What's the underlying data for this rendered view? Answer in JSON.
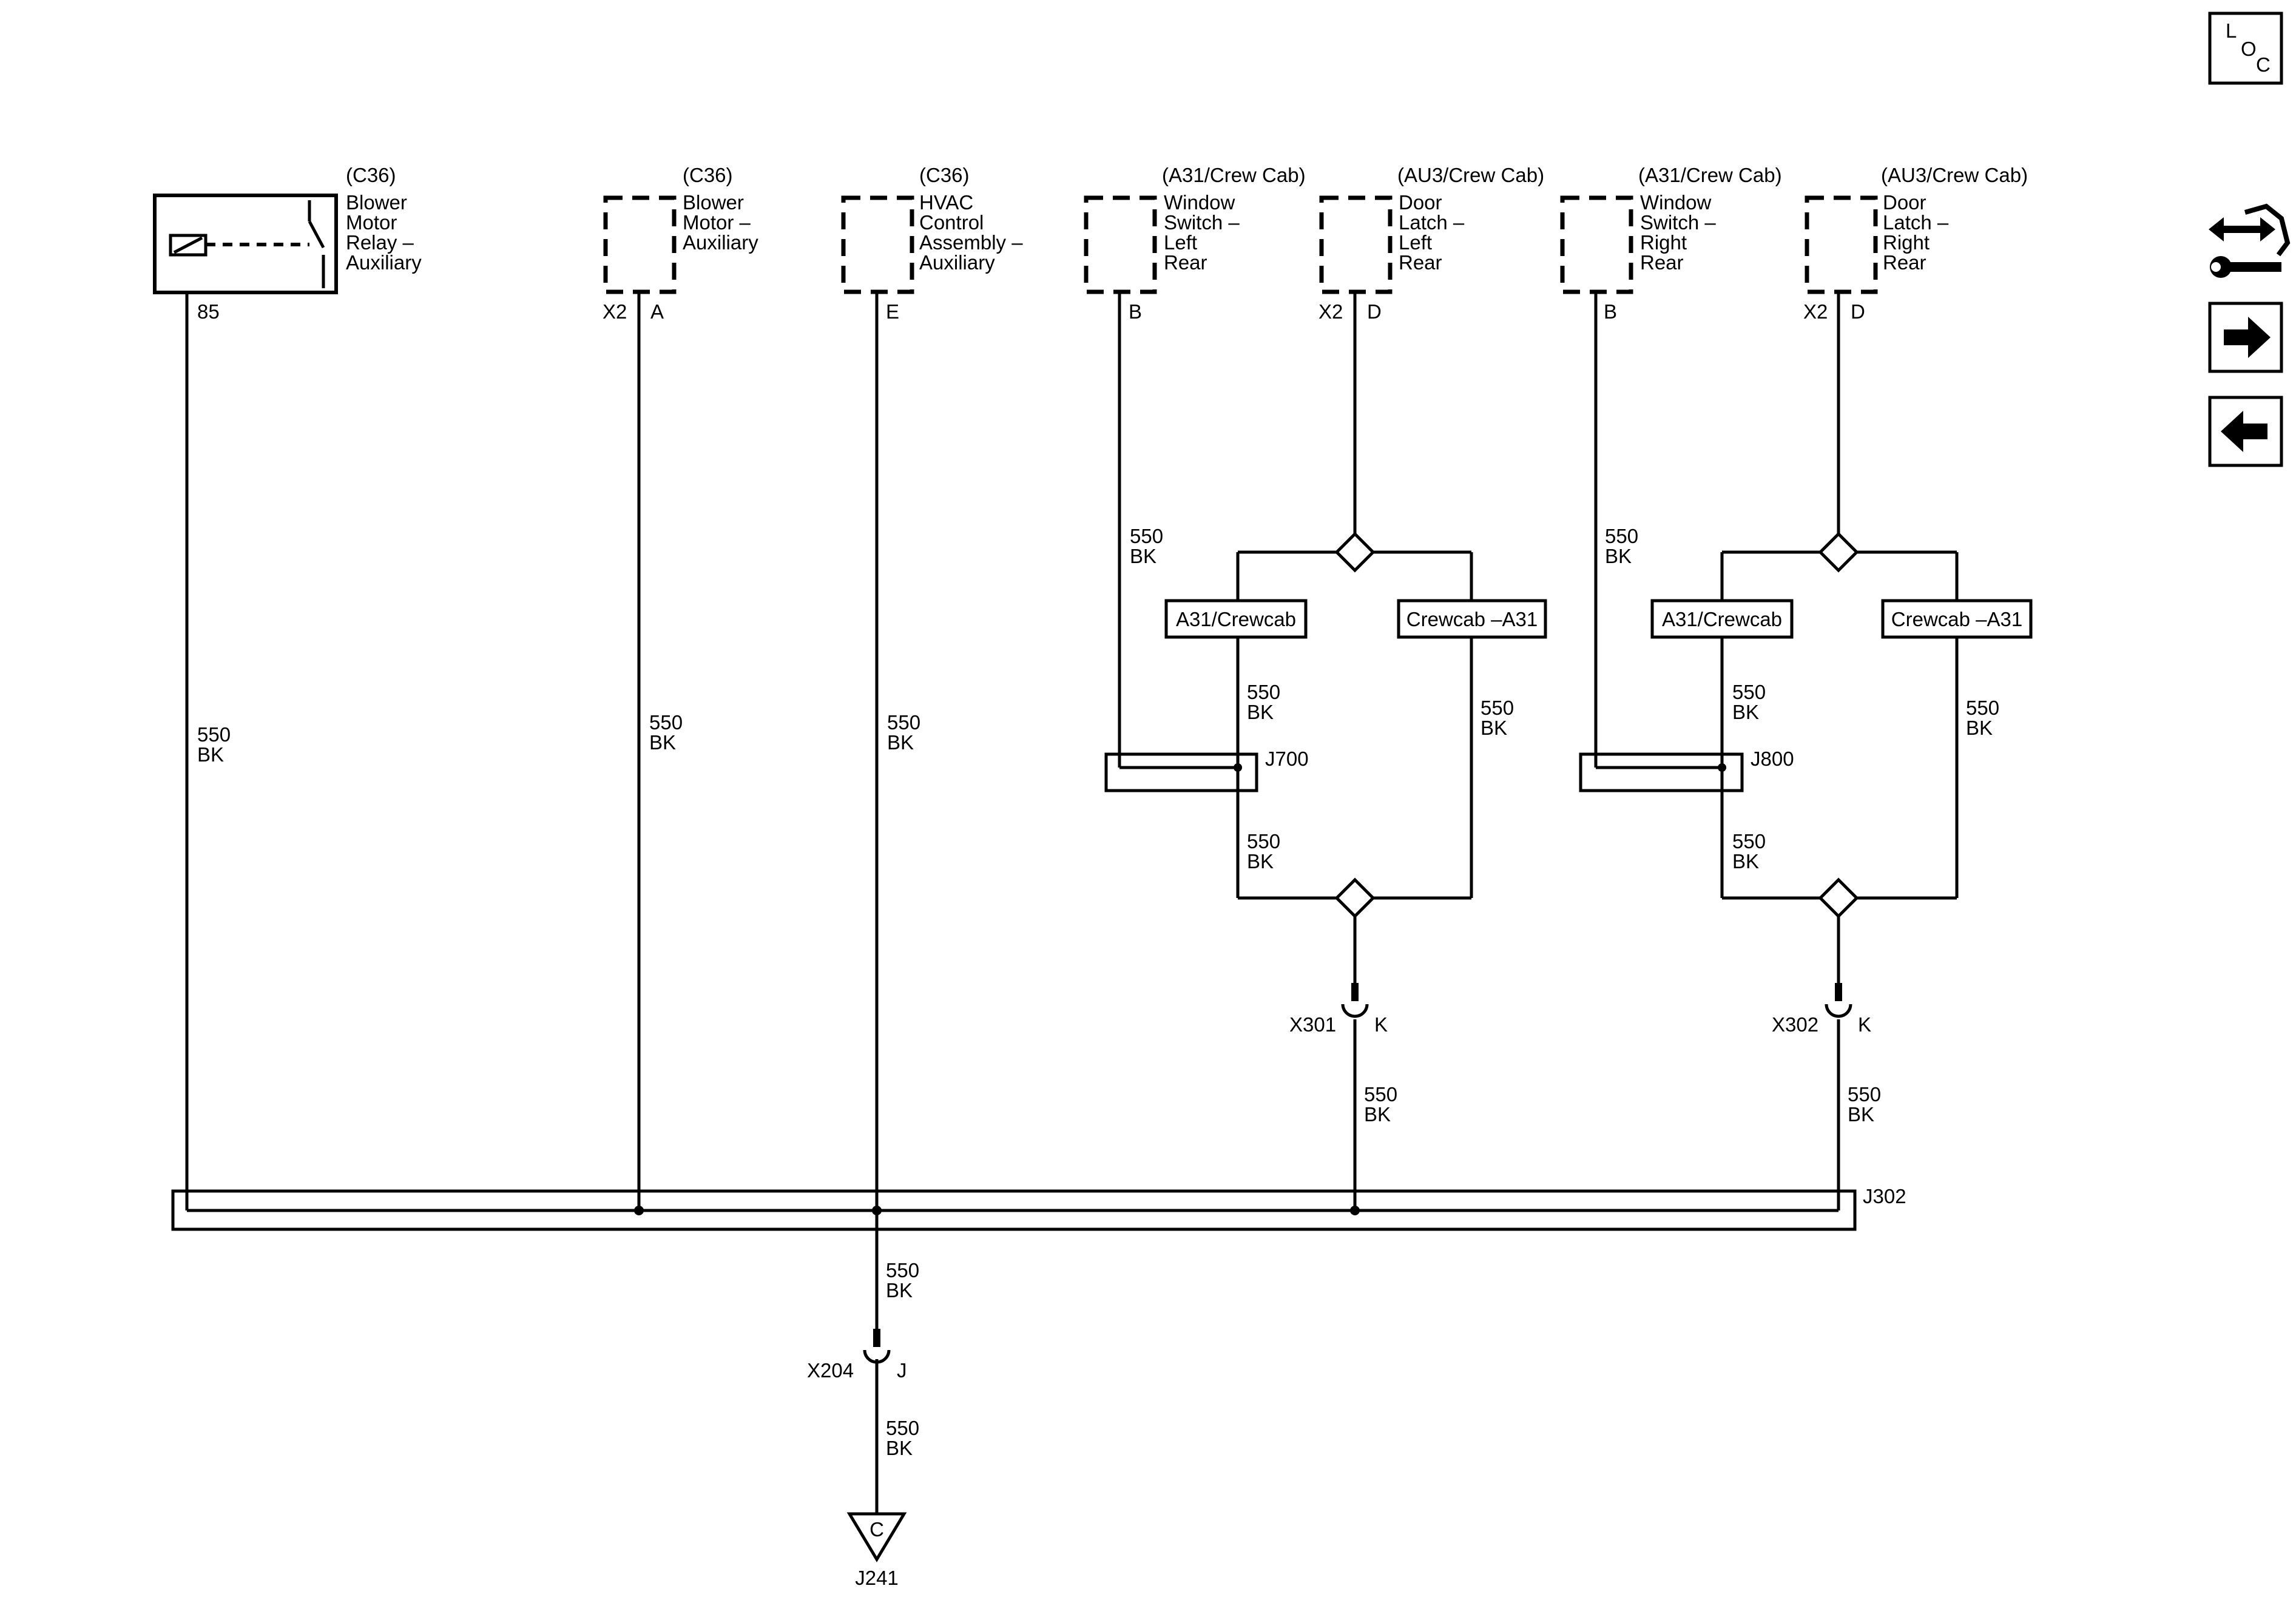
{
  "components": [
    {
      "id": "blower-relay",
      "option": "(C36)",
      "name": [
        "Blower",
        "Motor",
        "Relay –",
        "Auxiliary"
      ],
      "pin_left": "",
      "pin_right": "85"
    },
    {
      "id": "blower-motor",
      "option": "(C36)",
      "name": [
        "Blower",
        "Motor –",
        "Auxiliary"
      ],
      "pin_left": "X2",
      "pin_right": "A"
    },
    {
      "id": "hvac-control",
      "option": "(C36)",
      "name": [
        "HVAC",
        "Control",
        "Assembly –",
        "Auxiliary"
      ],
      "pin_left": "",
      "pin_right": "E"
    },
    {
      "id": "window-switch-lr",
      "option": "(A31/Crew Cab)",
      "name": [
        "Window",
        "Switch –",
        "Left",
        "Rear"
      ],
      "pin_left": "",
      "pin_right": "B"
    },
    {
      "id": "door-latch-lr",
      "option": "(AU3/Crew Cab)",
      "name": [
        "Door",
        "Latch –",
        "Left",
        "Rear"
      ],
      "pin_left": "X2",
      "pin_right": "D"
    },
    {
      "id": "window-switch-rr",
      "option": "(A31/Crew Cab)",
      "name": [
        "Window",
        "Switch –",
        "Right",
        "Rear"
      ],
      "pin_left": "",
      "pin_right": "B"
    },
    {
      "id": "door-latch-rr",
      "option": "(AU3/Crew Cab)",
      "name": [
        "Door",
        "Latch –",
        "Right",
        "Rear"
      ],
      "pin_left": "X2",
      "pin_right": "D"
    }
  ],
  "wire": {
    "circuit": "550",
    "color": "BK"
  },
  "option_labels": {
    "a31": "A31/Crewcab",
    "crewcab": "Crewcab –A31"
  },
  "splices": {
    "left": "J700",
    "right": "J800",
    "main": "J302"
  },
  "connectors": {
    "x301": {
      "name": "X301",
      "pin": "K"
    },
    "x302": {
      "name": "X302",
      "pin": "K"
    },
    "x204": {
      "name": "X204",
      "pin": "J"
    }
  },
  "ground": {
    "letter": "C",
    "name": "J241"
  },
  "toolbar": {
    "loc": [
      "L",
      "O",
      "C"
    ],
    "icons": [
      "component-locator-icon",
      "wiring-tools-icon",
      "next-arrow-icon",
      "previous-arrow-icon"
    ]
  }
}
